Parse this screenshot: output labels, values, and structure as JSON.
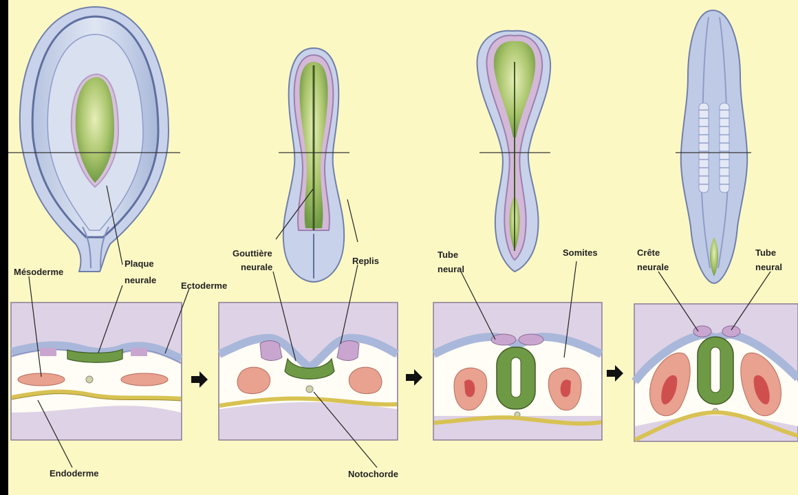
{
  "labels": {
    "mesoderme": "Mésoderme",
    "plaque_1": "Plaque",
    "plaque_2": "neurale",
    "ectoderme": "Ectoderme",
    "endoderme": "Endoderme",
    "gouttiere_1": "Gouttière",
    "gouttiere_2": "neurale",
    "replis": "Replis",
    "notochorde": "Notochorde",
    "tube_a_1": "Tube",
    "tube_a_2": "neural",
    "somites": "Somites",
    "crete_1": "Crête",
    "crete_2": "neurale",
    "tube_b_1": "Tube",
    "tube_b_2": "neural"
  },
  "colors": {
    "background": "#fcf8c4",
    "ectoderm": "#a9b8da",
    "ectoderm_dark": "#7f8fbe",
    "neural_plate": "#6f9a45",
    "neural_light": "#b6cf7a",
    "neural_fold": "#c9a6cf",
    "mesoderm": "#e9a190",
    "mesoderm_dark": "#cf4f4f",
    "endoderm": "#d8c253",
    "section_bg": "#ded2e6",
    "cavity": "#fffdf5"
  }
}
